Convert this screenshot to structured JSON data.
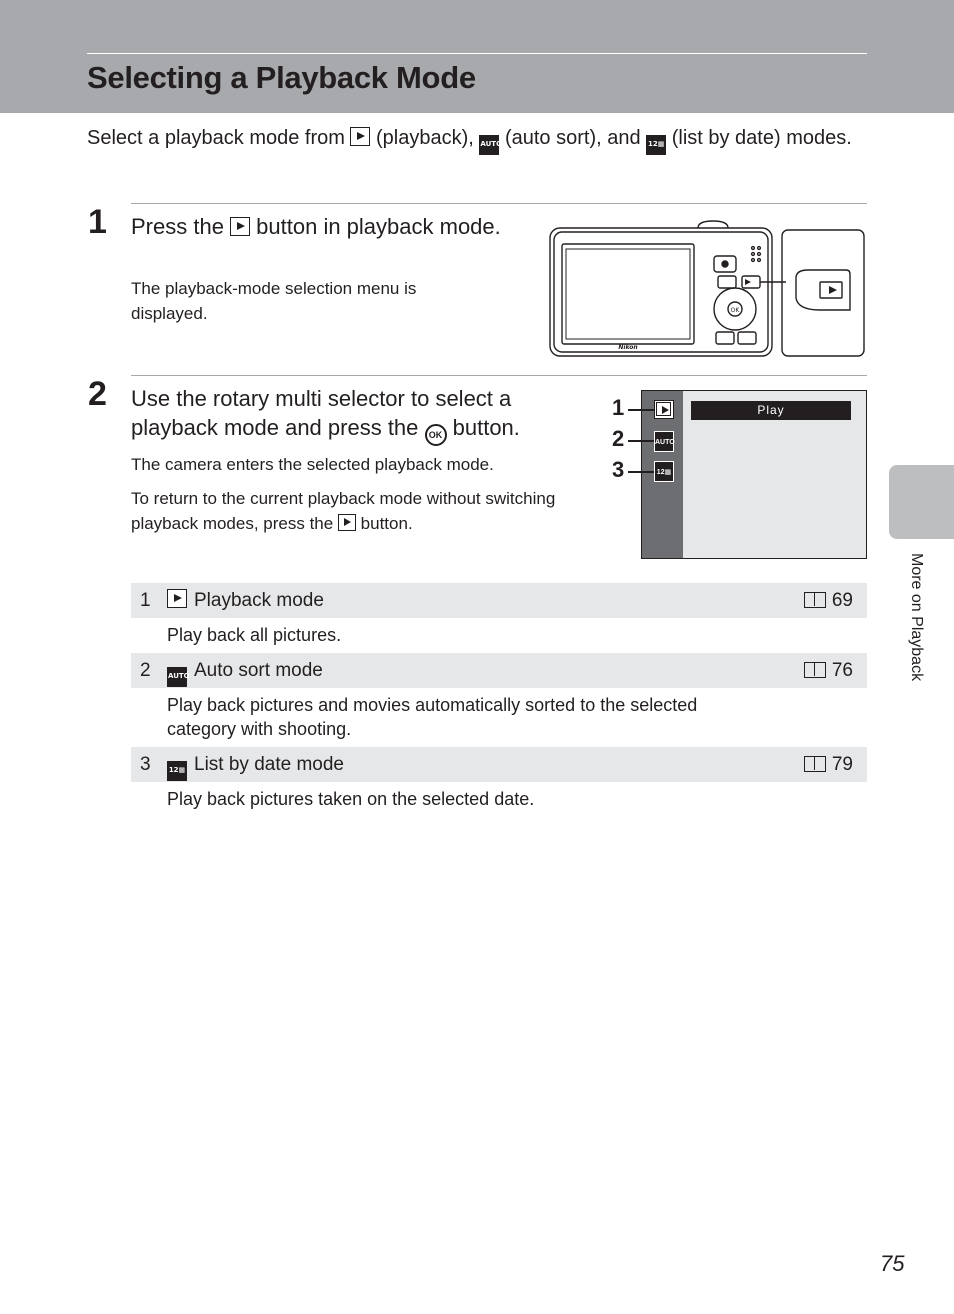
{
  "title": "Selecting a Playback Mode",
  "intro": {
    "t1": "Select a playback mode from ",
    "t2": " (playback), ",
    "t3": " (auto sort), and ",
    "t4": " (list by date) modes."
  },
  "icons": {
    "play": "playback-button-icon",
    "auto": "auto-sort-icon",
    "date": "list-by-date-icon",
    "ok": "ok-button-icon",
    "ref": "page-reference-icon"
  },
  "step1": {
    "number": "1",
    "title_a": "Press the ",
    "title_b": " button in playback mode.",
    "body": "The playback-mode selection menu is displayed."
  },
  "step2": {
    "number": "2",
    "title_a": "Use the rotary multi selector to select a playback mode and press the ",
    "title_b": " button.",
    "body1": "The camera enters the selected playback mode.",
    "body2a": "To return to the current playback mode without switching playback modes, press the ",
    "body2b": " button."
  },
  "menu": {
    "header": "Play",
    "callouts": [
      "1",
      "2",
      "3"
    ],
    "auto_glyph": "AUTO",
    "date_glyph": "12▦"
  },
  "camera": {
    "brand": "Nikon",
    "ok_label": "OK"
  },
  "modes": [
    {
      "num": "1",
      "name": "Playback mode",
      "ref": "69",
      "desc": "Play back all pictures."
    },
    {
      "num": "2",
      "name": "Auto sort mode",
      "ref": "76",
      "desc": "Play back pictures and movies automatically sorted to the selected category with shooting."
    },
    {
      "num": "3",
      "name": "List by date mode",
      "ref": "79",
      "desc": "Play back pictures taken on the selected date."
    }
  ],
  "side_label": "More on Playback",
  "page_number": "75"
}
